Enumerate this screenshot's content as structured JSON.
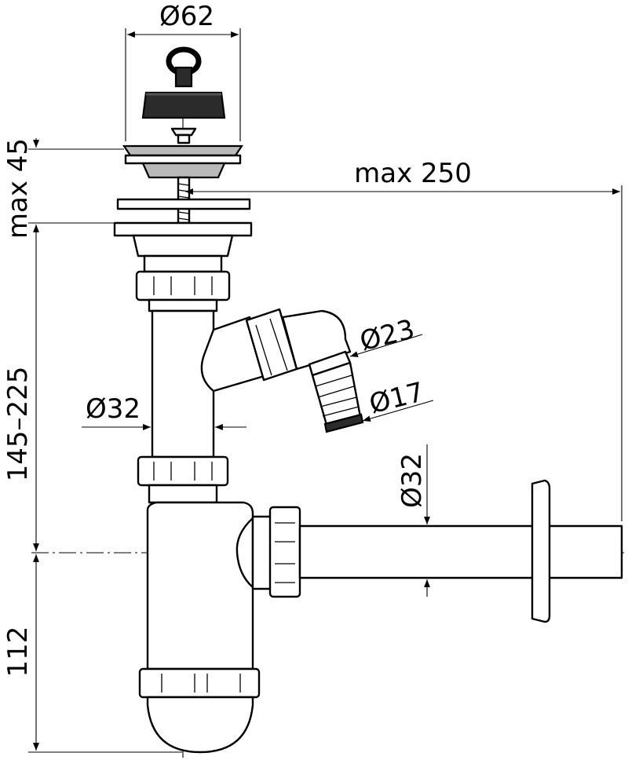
{
  "dimensions": {
    "top_diameter": "Ø62",
    "max_height": "max 45",
    "max_length": "max 250",
    "inlet_diameter_large": "Ø23",
    "inlet_diameter_small": "Ø17",
    "pipe_diameter_vertical": "Ø32",
    "pipe_diameter_horizontal": "Ø32",
    "height_range": "145–225",
    "bottom_height": "112"
  }
}
